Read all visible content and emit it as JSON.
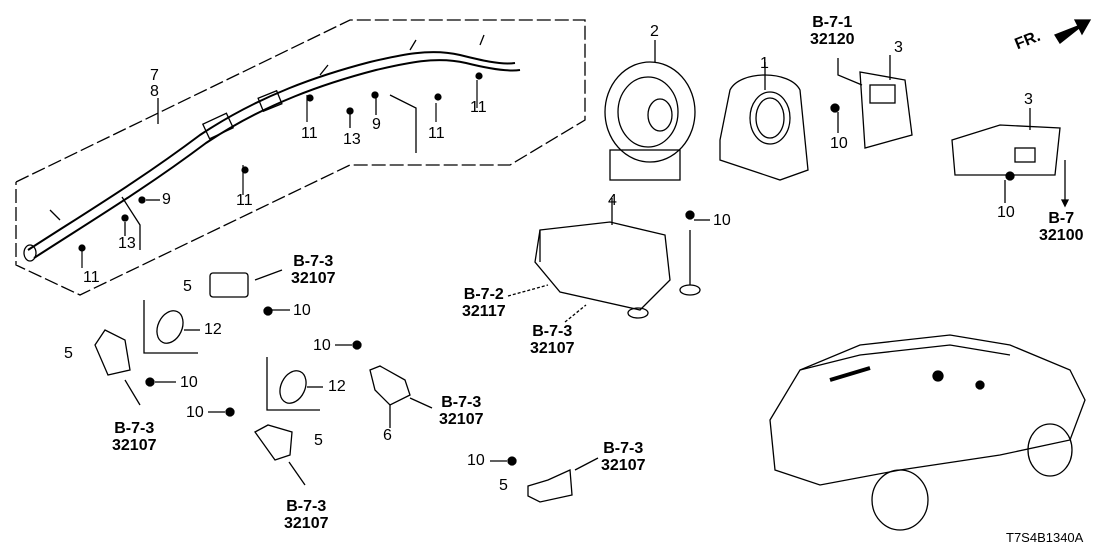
{
  "diagram": {
    "code": "T7S4B1340A",
    "front_indicator": "FR.",
    "callouts": {
      "n1": "1",
      "n2": "2",
      "n3a": "3",
      "n3b": "3",
      "n4": "4",
      "n5a": "5",
      "n5b": "5",
      "n5c": "5",
      "n5d": "5",
      "n6": "6",
      "n7": "7",
      "n8": "8",
      "n9a": "9",
      "n9b": "9",
      "n10a": "10",
      "n10b": "10",
      "n10c": "10",
      "n10d": "10",
      "n10e": "10",
      "n10f": "10",
      "n10g": "10",
      "n10h": "10",
      "n11a": "11",
      "n11b": "11",
      "n11c": "11",
      "n11d": "11",
      "n11e": "11",
      "n12a": "12",
      "n12b": "12",
      "n13a": "13",
      "n13b": "13"
    },
    "references": [
      {
        "section": "B-7-1",
        "part": "32120"
      },
      {
        "section": "B-7",
        "part": "32100"
      },
      {
        "section": "B-7-3",
        "part": "32107"
      },
      {
        "section": "B-7-2",
        "part": "32117"
      },
      {
        "section": "B-7-3",
        "part": "32107"
      },
      {
        "section": "B-7-3",
        "part": "32107"
      },
      {
        "section": "B-7-3",
        "part": "32107"
      },
      {
        "section": "B-7-3",
        "part": "32107"
      },
      {
        "section": "B-7-3",
        "part": "32107"
      }
    ]
  }
}
